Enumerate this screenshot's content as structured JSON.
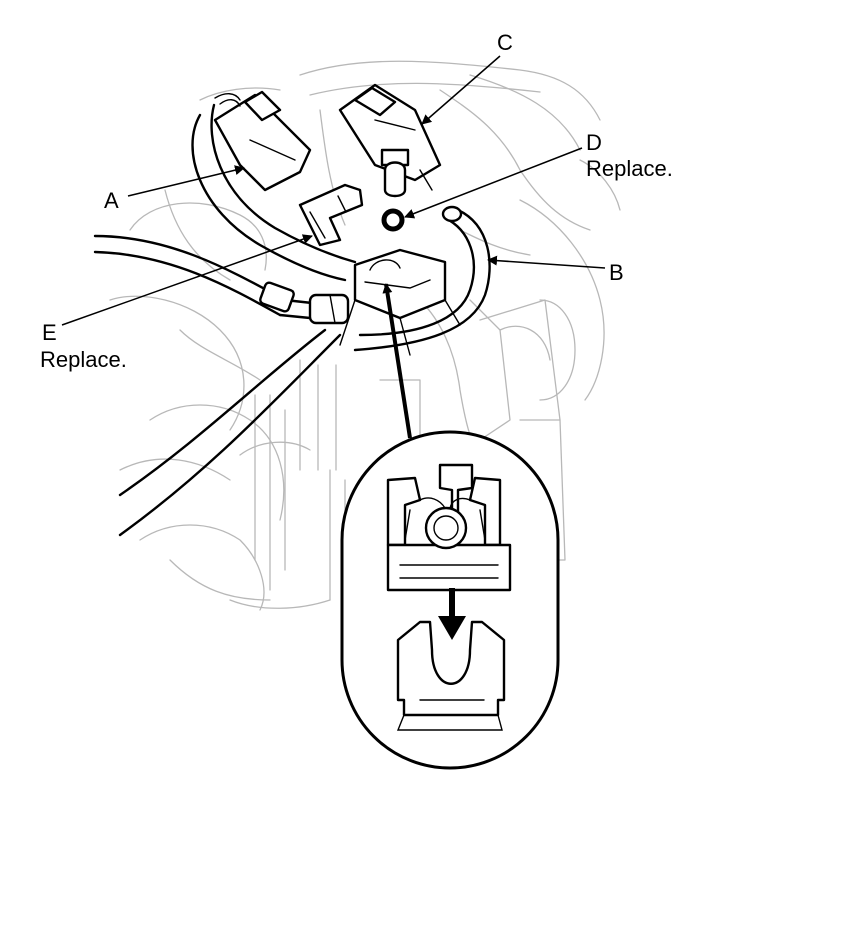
{
  "callouts": {
    "a": {
      "letter": "A"
    },
    "b": {
      "letter": "B"
    },
    "c": {
      "letter": "C"
    },
    "d": {
      "letter": "D",
      "note": "Replace."
    },
    "e": {
      "letter": "E",
      "note": "Replace."
    }
  },
  "colors": {
    "ink": "#000000",
    "background_lines": "#b8b8b8",
    "paper": "#ffffff"
  }
}
